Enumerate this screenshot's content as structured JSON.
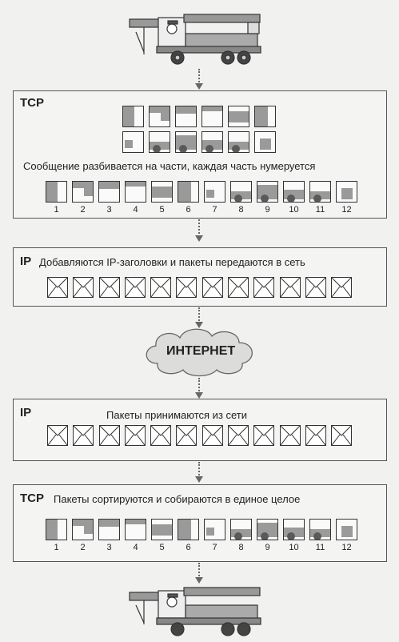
{
  "tcp_top": {
    "label": "TCP",
    "caption": "Сообщение разбивается на части, каждая часть нумеруется",
    "numbers": [
      "1",
      "2",
      "3",
      "4",
      "5",
      "6",
      "7",
      "8",
      "9",
      "10",
      "11",
      "12"
    ]
  },
  "ip_top": {
    "label": "IP",
    "caption": "Добавляются IP-заголовки и пакеты передаются в сеть"
  },
  "internet": {
    "label": "ИНТЕРНЕТ"
  },
  "ip_bottom": {
    "label": "IP",
    "caption": "Пакеты принимаются из сети"
  },
  "tcp_bottom": {
    "label": "TCP",
    "caption": "Пакеты сортируются и собираются в единое целое",
    "numbers": [
      "1",
      "2",
      "3",
      "4",
      "5",
      "6",
      "7",
      "8",
      "9",
      "10",
      "11",
      "12"
    ]
  },
  "packet_count": 12,
  "colors": {
    "border": "#555555",
    "cloud": "#dcdcda",
    "shade": "#9a9a9a"
  },
  "icons": [
    "crane-truck-icon",
    "envelope-icon",
    "cloud-icon"
  ]
}
